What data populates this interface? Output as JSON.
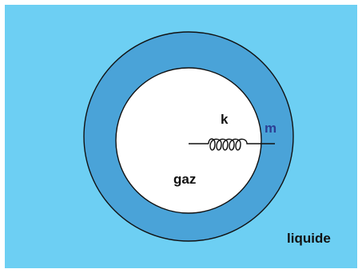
{
  "diagram": {
    "labels": {
      "spring_constant": "k",
      "mass": "m",
      "inner_medium": "gaz",
      "outer_medium": "liquide"
    },
    "colors": {
      "background": "#6dcff3",
      "shell": "#4aa3d8",
      "inner": "#ffffff",
      "outline": "#111111",
      "mass_label": "#2c3f94",
      "text": "#111111"
    }
  }
}
